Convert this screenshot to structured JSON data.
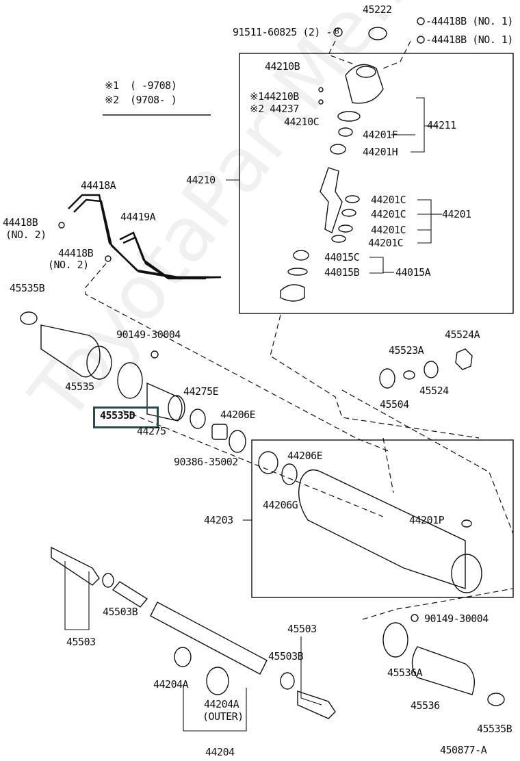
{
  "diagram": {
    "type": "exploded-parts-diagram",
    "subject": "Steering rack (power steering gear) assembly",
    "figure_code": "450877-A",
    "watermark": "ToyotaPartMe.ru",
    "highlighted_part": "45535D",
    "legend": {
      "note1_mark": "※1",
      "note1_range": "(     -9708)",
      "note2_mark": "※2",
      "note2_range": "(9708-     )"
    },
    "labels": {
      "p45222": "45222",
      "p91511": "91511-60825 (2) -",
      "p91511_mark": "B",
      "p44418B_no1_a": "-44418B (NO. 1)",
      "p44418B_no1_b": "-44418B (NO. 1)",
      "p44210B_a": "44210B",
      "p44210B_b": "※144210B",
      "p44237": "※2 44237",
      "p44210C": "44210C",
      "p44201F": "44201F",
      "p44211": "44211",
      "p44201H": "44201H",
      "p44210": "44210",
      "p44201C_1": "44201C",
      "p44201C_2": "44201C",
      "p44201C_3": "44201C",
      "p44201C_4": "44201C",
      "p44201": "44201",
      "p44015C": "44015C",
      "p44015B": "44015B",
      "p44015A": "44015A",
      "p44418A": "44418A",
      "p44418B_no2_a": "44418B",
      "p44418B_no2_a_sub": "(NO. 2)",
      "p44419A": "44419A",
      "p44418B_no2_b": "44418B",
      "p44418B_no2_b_sub": "(NO. 2)",
      "p45535B_a": "45535B",
      "p90149_a": "90149-30004",
      "p45535": "45535",
      "p45535D": "45535D",
      "p44275E": "44275E",
      "p44275": "44275",
      "p44206E_a": "44206E",
      "p90386": "90386-35002",
      "p45523A": "45523A",
      "p45524A": "45524A",
      "p45504": "45504",
      "p45524": "45524",
      "p44206E_b": "44206E",
      "p44206G": "44206G",
      "p44203": "44203",
      "p44201P": "44201P",
      "p45503B_a": "45503B",
      "p45503_a": "45503",
      "p45503_b": "45503",
      "p45503B_b": "45503B",
      "p90149_b": "90149-30004",
      "p45536A": "45536A",
      "p44204A_a": "44204A",
      "p44204A_b": "44204A",
      "p44204A_outer": "(OUTER)",
      "p45536": "45536",
      "p45535B_b": "45535B",
      "p44204": "44204",
      "p450877A": "450877-A"
    }
  }
}
